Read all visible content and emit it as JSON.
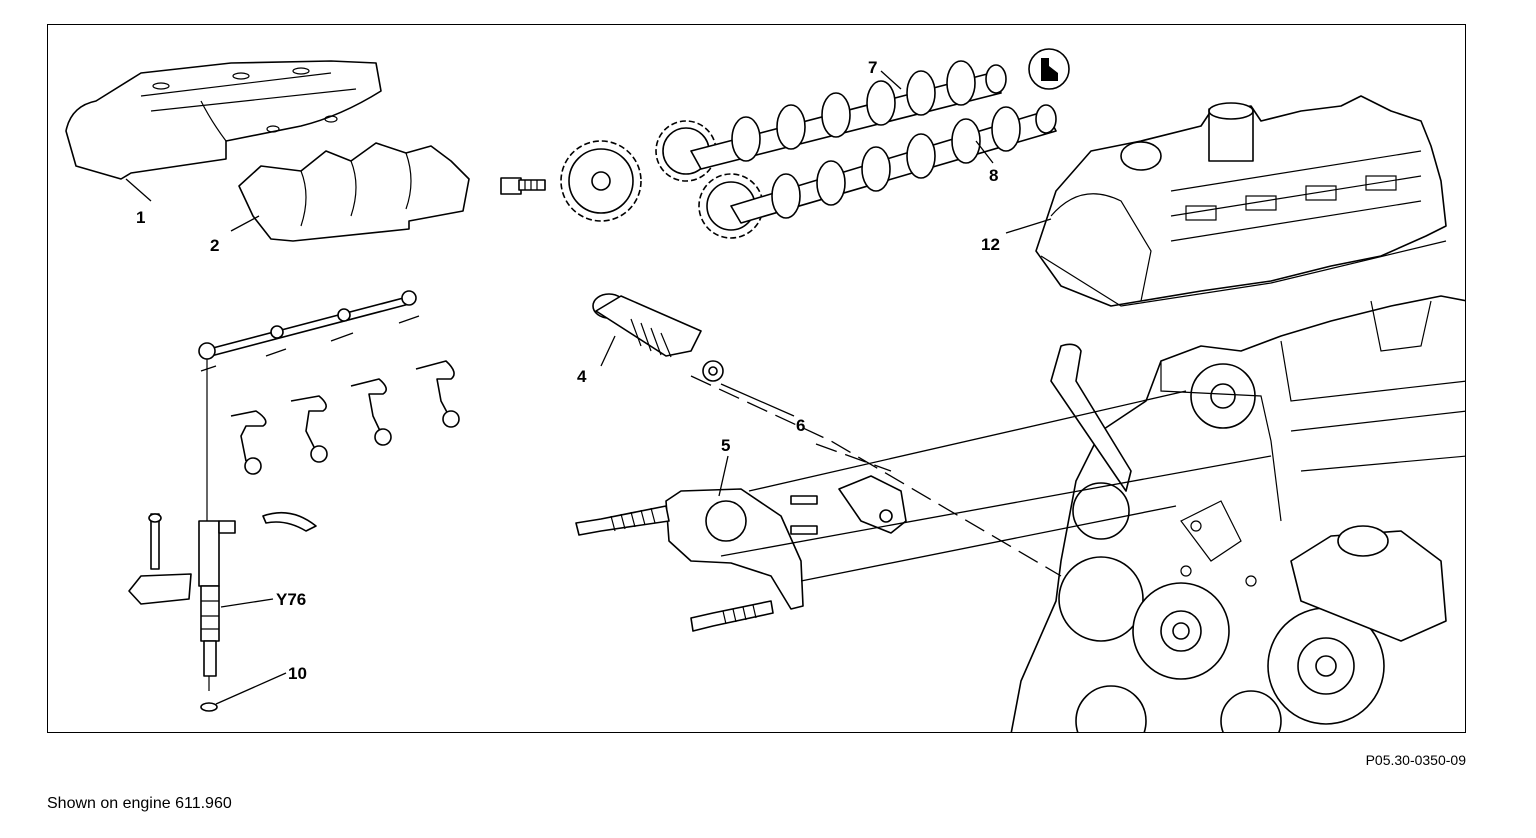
{
  "diagram": {
    "callouts": {
      "c1": "1",
      "c2": "2",
      "c4": "4",
      "c5": "5",
      "c6": "6",
      "c7": "7",
      "c8": "8",
      "c10": "10",
      "c12": "12",
      "cY76": "Y76"
    },
    "reference_code": "P05.30-0350-09",
    "caption": "Shown on engine 611.960"
  }
}
